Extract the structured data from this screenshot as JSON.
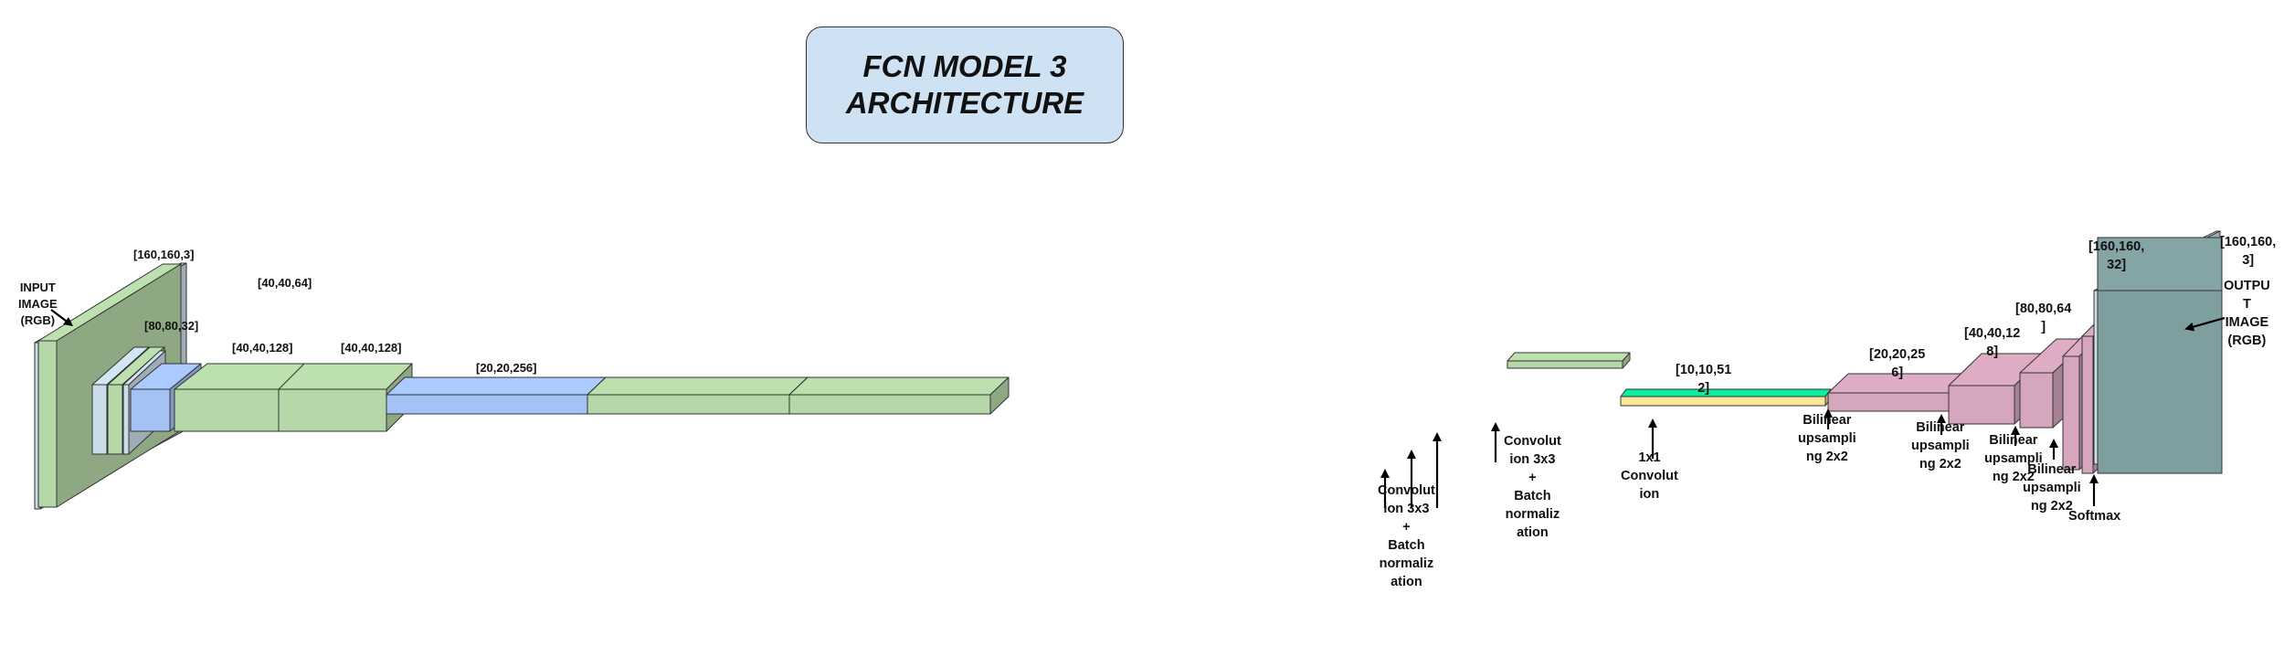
{
  "title": {
    "line1": "FCN MODEL 3",
    "line2": "ARCHITECTURE"
  },
  "encoder_labels": {
    "input_image": [
      "INPUT",
      "IMAGE",
      "(RGB)"
    ],
    "input_shape": "[160,160,3]",
    "shape_80": "[80,80,32]",
    "shape_40_64": "[40,40,64]",
    "shape_40_128_a": "[40,40,128]",
    "shape_40_128_b": "[40,40,128]",
    "shape_20_256": "[20,20,256]"
  },
  "decoder_labels": {
    "conv_a": [
      "Convolut",
      "ion 3x3",
      "+",
      "Batch",
      "normaliz",
      "ation"
    ],
    "conv_b": [
      "Convolut",
      "ion 3x3",
      "+",
      "Batch",
      "normaliz",
      "ation"
    ],
    "conv_1x1": [
      "1x1",
      "Convolut",
      "ion"
    ],
    "shape_10_512": [
      "[10,10,51",
      "2]"
    ],
    "shape_20_256": [
      "[20,20,25",
      "6]"
    ],
    "shape_40_128": [
      "[40,40,12",
      "8]"
    ],
    "shape_80_64": [
      "[80,80,64",
      "]"
    ],
    "shape_160_32": [
      "[160,160,",
      "32]"
    ],
    "shape_160_3": [
      "[160,160,",
      "3]"
    ],
    "upsample_1": [
      "Bilinear",
      "upsampli",
      "ng 2x2"
    ],
    "upsample_2": [
      "Bilinear",
      "upsampli",
      "ng 2x2"
    ],
    "upsample_3": [
      "Bilinear",
      "upsampli",
      "ng 2x2"
    ],
    "upsample_4": [
      "Bilinear",
      "upsampli",
      "ng 2x2"
    ],
    "softmax": "Softmax",
    "output_image": [
      "OUTPU",
      "T",
      "IMAGE",
      "(RGB)"
    ]
  },
  "colors": {
    "green": "#b6d7a8",
    "blue": "#a4c2f4",
    "light_blue": "#c9dde8",
    "yellow": "#ffe599",
    "pink": "#d5a6bd",
    "teal": "#7f9ea0",
    "title_fill": "#cfe2f3"
  }
}
